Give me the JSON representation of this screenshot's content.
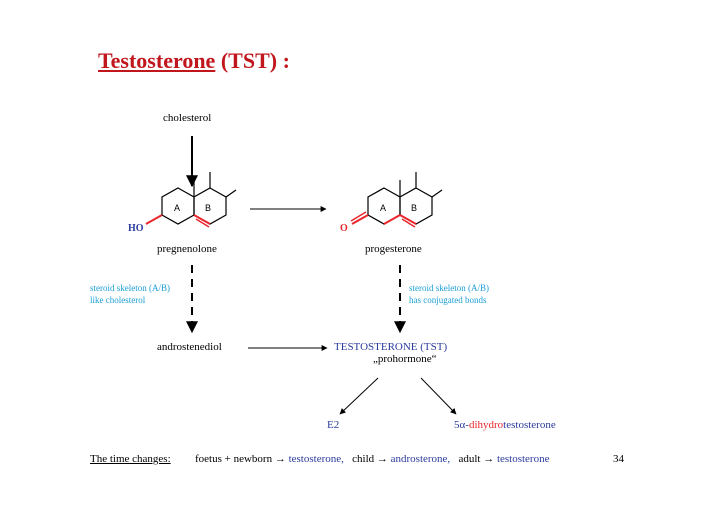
{
  "title": {
    "name": "Testosterone",
    "suffix": " (TST) :"
  },
  "molecules": {
    "cholesterol": "cholesterol",
    "pregnenolone": "pregnenolone",
    "progesterone": "progesterone",
    "androstenediol": "androstenediol",
    "testosterone": "TESTOSTERONE  (TST)",
    "prohormone": "„prohormone“",
    "e2": "E2",
    "dht_prefix": "5",
    "dht_alpha": "α-",
    "dht_red": "dihydro",
    "dht_suffix": "testosterone"
  },
  "structure": {
    "ring_a": "A",
    "ring_b": "B",
    "ho": "HO",
    "o": "O"
  },
  "notes": {
    "left_line1": "steroid skeleton (A/B)",
    "left_line2": "like cholesterol",
    "right_line1": "steroid skeleton  (A/B)",
    "right_line2": "has conjugated bonds"
  },
  "footer": {
    "label": "The time changes:",
    "part1": "foetus + newborn",
    "arrow": "→",
    "testo1": "testosterone,",
    "child": "child",
    "andro": "androsterone,",
    "adult": "adult",
    "testo2": "testosterone",
    "page_number": "34"
  },
  "colors": {
    "title": "#c0161c",
    "accent_blue": "#2b3b9c",
    "note_cyan": "#1a9ed6",
    "highlight_red": "#e8262c"
  }
}
